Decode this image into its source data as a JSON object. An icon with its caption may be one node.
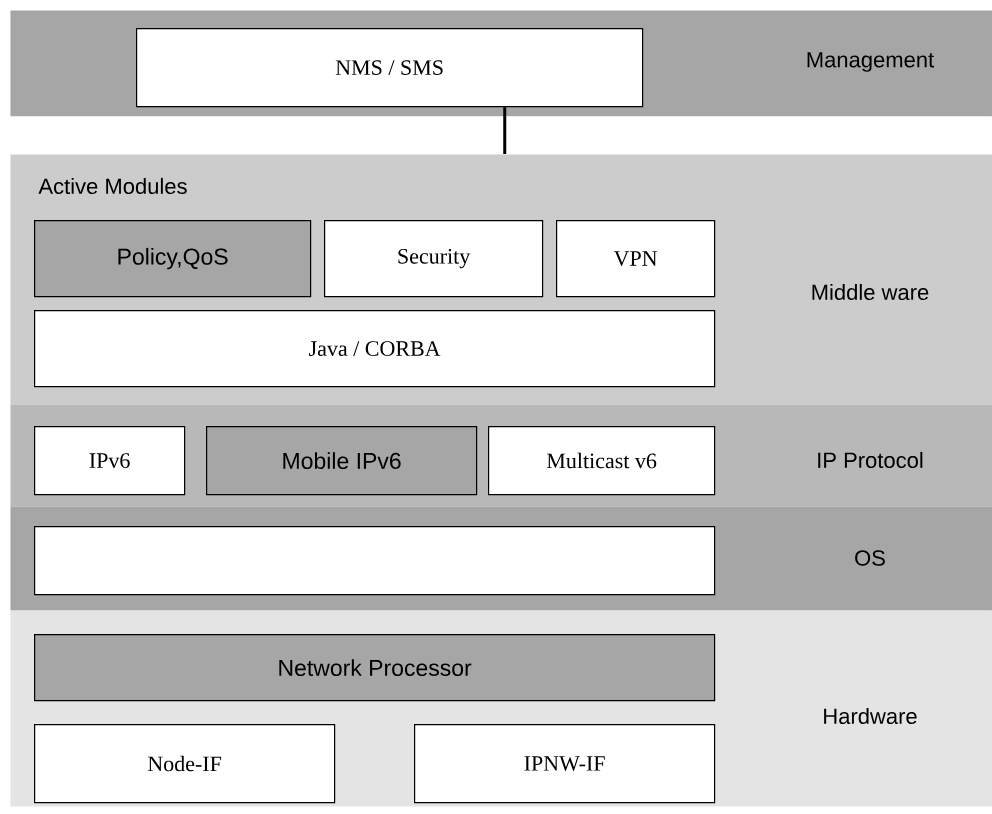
{
  "diagram": {
    "nodes": [
      {
        "text": [
          "Management"
        ]
      },
      {
        "text": [
          "NMS / SMS"
        ],
        "in": 0
      },
      {
        "text": [
          "Active Modules",
          "Middle ware"
        ]
      },
      {
        "text": [
          "Policy,QoS"
        ],
        "in": 2
      },
      {
        "text": [
          "Security"
        ],
        "in": 2
      },
      {
        "text": [
          "VPN"
        ],
        "in": 2
      },
      {
        "text": [
          "Java / CORBA"
        ],
        "in": 2
      },
      {
        "text": [
          "IP Protocol"
        ]
      },
      {
        "text": [
          "IPv6"
        ],
        "in": 7
      },
      {
        "text": [
          "Mobile IPv6"
        ],
        "in": 7
      },
      {
        "text": [
          "Multicast v6"
        ],
        "in": 7
      },
      {
        "text": [
          "OS"
        ]
      },
      {
        "text": [],
        "shape": "box",
        "in": 11
      },
      {
        "text": [
          "Hardware"
        ]
      },
      {
        "text": [
          "Network Processor"
        ],
        "in": 13
      },
      {
        "text": [
          "Node-IF"
        ],
        "in": 13
      },
      {
        "text": [
          "IPNW-IF"
        ],
        "in": 13
      }
    ],
    "edges": [
      {
        "from": 1,
        "to": 2,
        "arrow": "none"
      }
    ]
  }
}
